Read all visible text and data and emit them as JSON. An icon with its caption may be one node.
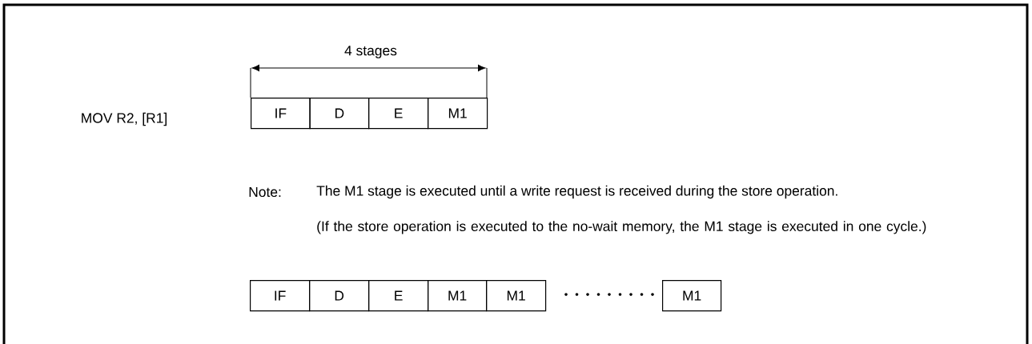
{
  "diagram": {
    "nodes": [
      {
        "text": [
          "IF"
        ]
      },
      {
        "text": [
          "D"
        ]
      },
      {
        "text": [
          "E"
        ]
      },
      {
        "text": [
          "M1"
        ]
      },
      {
        "text": [
          "IF"
        ]
      },
      {
        "text": [
          "D"
        ]
      },
      {
        "text": [
          "E"
        ]
      },
      {
        "text": [
          "M1"
        ]
      },
      {
        "text": [
          "M1"
        ]
      },
      {
        "text": [
          "M1"
        ]
      }
    ],
    "labels": [
      "4 stages",
      "MOV R2, [R1]",
      "Note:",
      "The M1 stage is executed until a write request is received during the store operation.",
      "(If the store operation is executed to the no-wait memory, the M1 stage is executed in one cycle.)"
    ]
  }
}
